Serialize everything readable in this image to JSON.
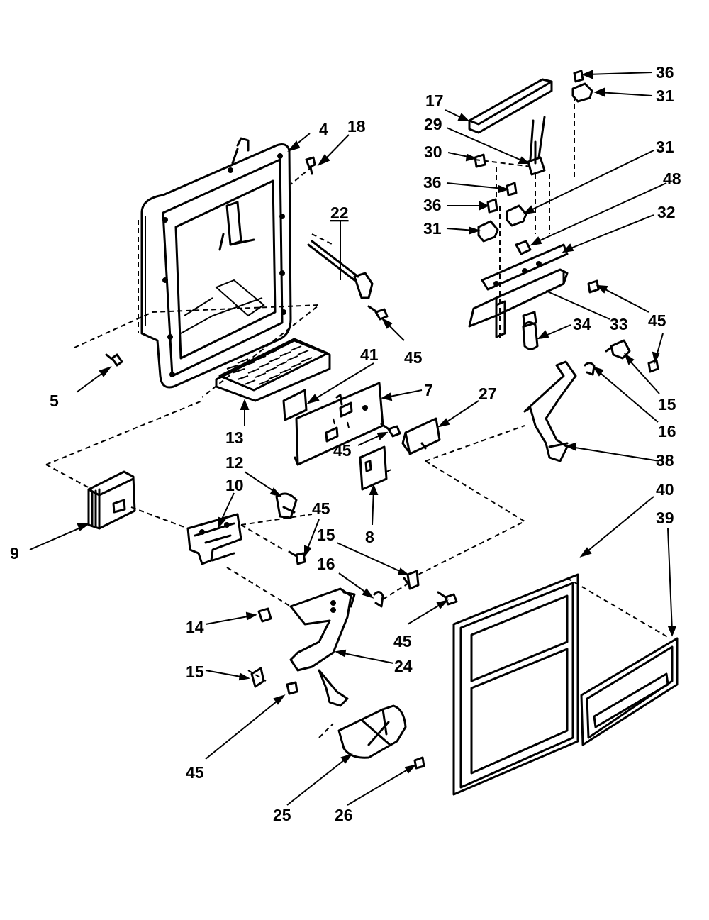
{
  "callouts": {
    "c4": "4",
    "c18": "18",
    "c22": "22",
    "c5": "5",
    "c13": "13",
    "c41": "41",
    "c45a": "45",
    "c7": "7",
    "c27": "27",
    "c45b": "45",
    "c8": "8",
    "c12": "12",
    "c10": "10",
    "c9": "9",
    "c45c": "45",
    "c15a": "15",
    "c16a": "16",
    "c14": "14",
    "c15b": "15",
    "c24": "24",
    "c45d": "45",
    "c45e": "45",
    "c25": "25",
    "c26": "26",
    "c36a": "36",
    "c31a": "31",
    "c17": "17",
    "c29": "29",
    "c30": "30",
    "c31b": "31",
    "c36b": "36",
    "c48": "48",
    "c36c": "36",
    "c31c": "31",
    "c32": "32",
    "c34": "34",
    "c33": "33",
    "c45f": "45",
    "c15c": "15",
    "c16b": "16",
    "c38": "38",
    "c40": "40",
    "c39": "39"
  }
}
